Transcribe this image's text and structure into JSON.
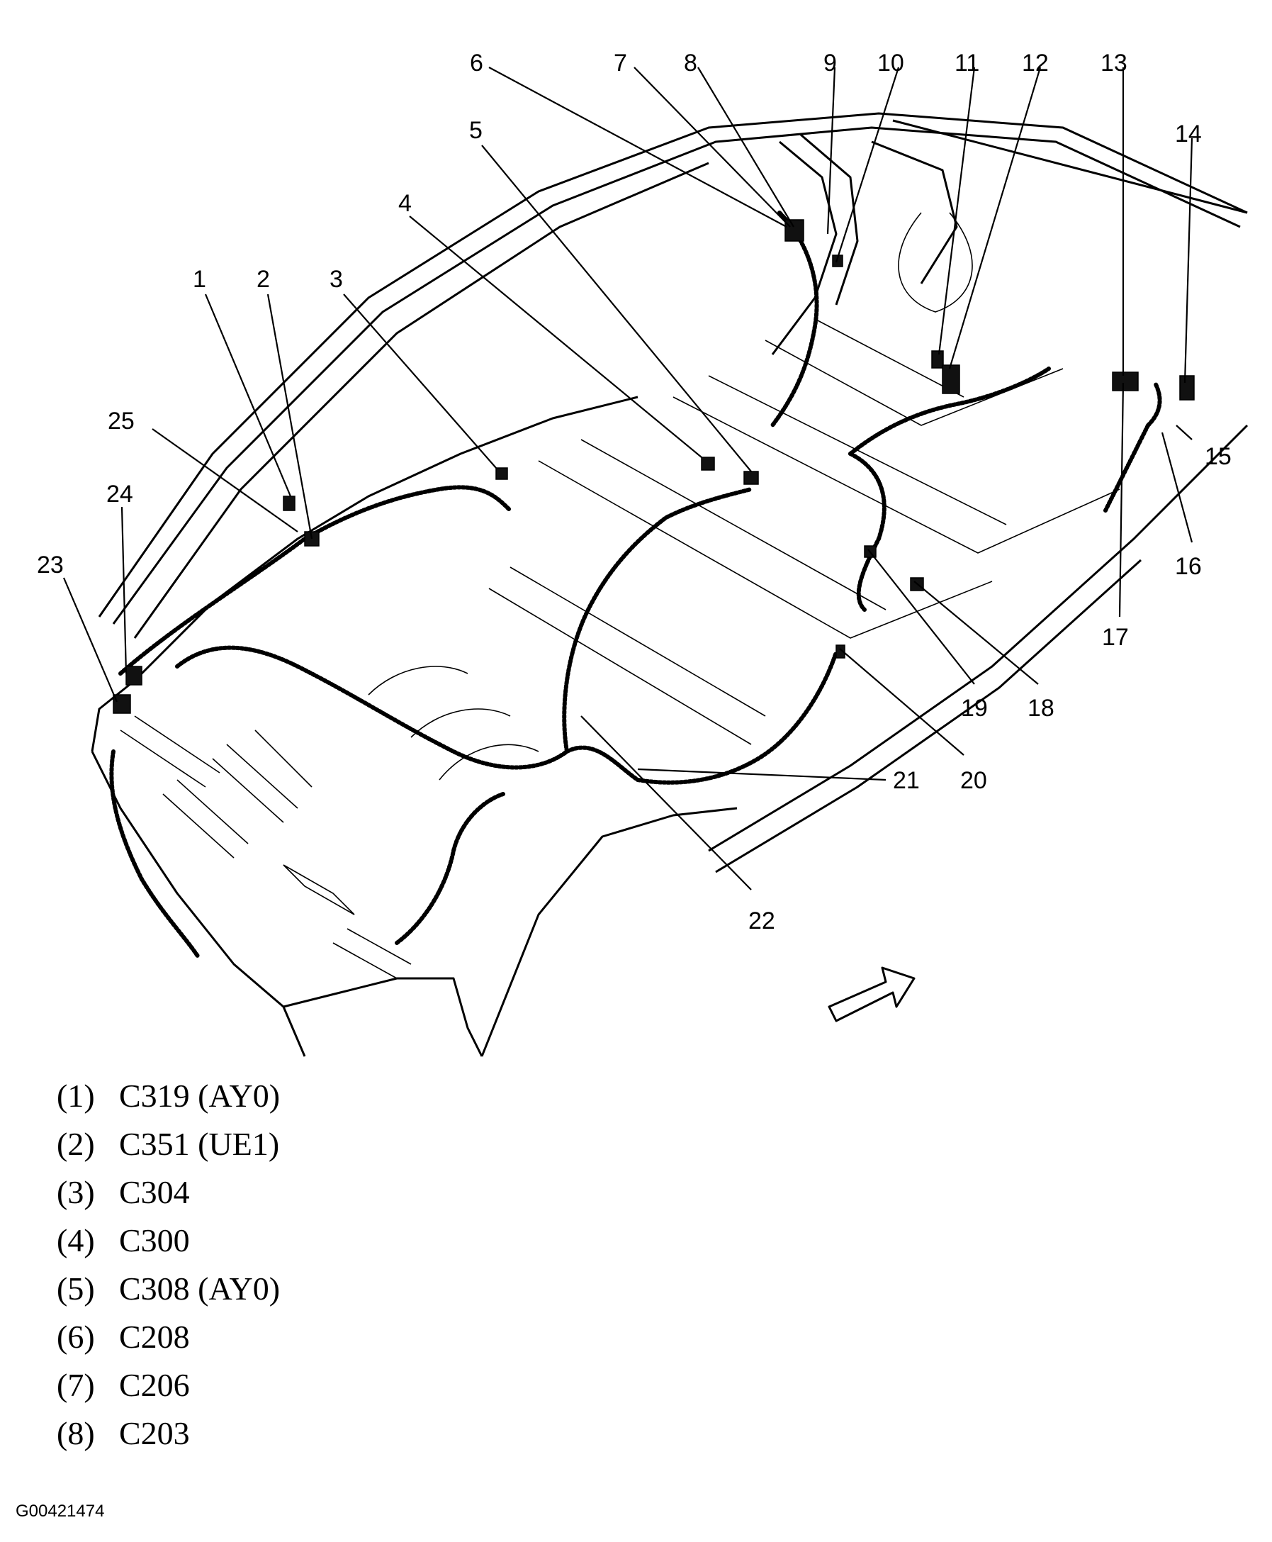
{
  "callouts": [
    "1",
    "2",
    "3",
    "4",
    "5",
    "6",
    "7",
    "8",
    "9",
    "10",
    "11",
    "12",
    "13",
    "14",
    "15",
    "16",
    "17",
    "18",
    "19",
    "20",
    "21",
    "22",
    "23",
    "24",
    "25"
  ],
  "legend": [
    {
      "num": "(1)",
      "text": "C319 (AY0)"
    },
    {
      "num": "(2)",
      "text": "C351 (UE1)"
    },
    {
      "num": "(3)",
      "text": "C304"
    },
    {
      "num": "(4)",
      "text": "C300"
    },
    {
      "num": "(5)",
      "text": "C308 (AY0)"
    },
    {
      "num": "(6)",
      "text": "C208"
    },
    {
      "num": "(7)",
      "text": "C206"
    },
    {
      "num": "(8)",
      "text": "C203"
    }
  ],
  "figure_id": "G00421474"
}
